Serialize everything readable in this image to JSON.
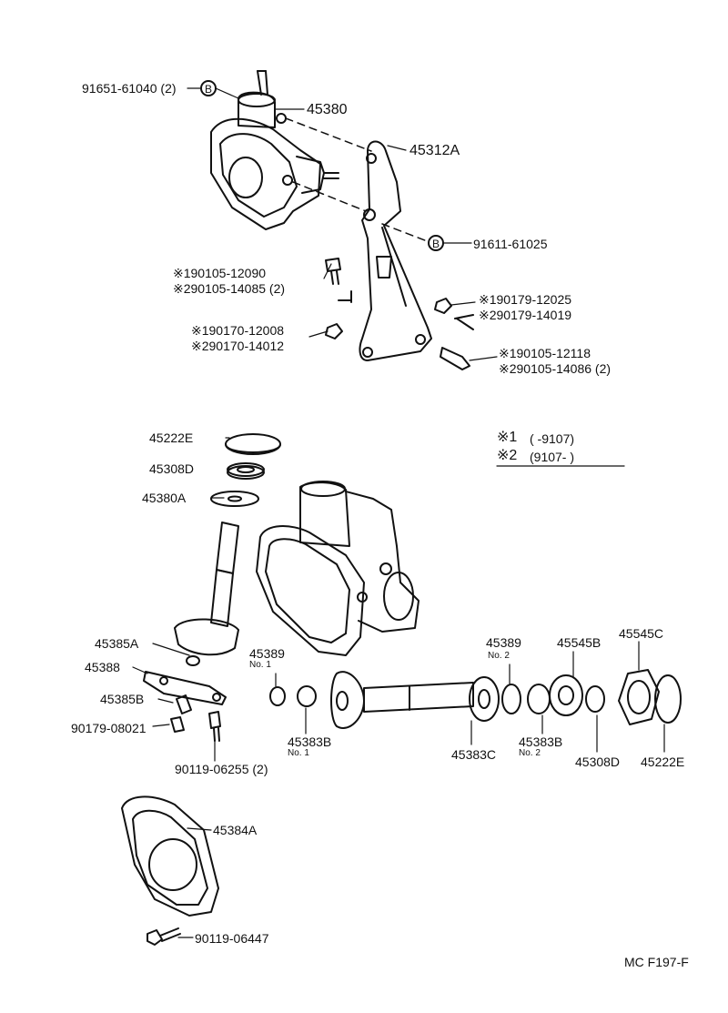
{
  "colors": {
    "ink": "#111111",
    "paper": "#ffffff"
  },
  "upper_assembly": {
    "bolt_top": "91651-61040 (2)",
    "callout_b": "B",
    "gear_housing": "45380",
    "bracket": "45312A",
    "bracket_bolt": "91611-61025",
    "bolt_a_1": "※190105-12090",
    "bolt_a_2": "※290105-14085 (2)",
    "nut_a_1": "※190179-12025",
    "nut_a_2": "※290179-14019",
    "nut_b_1": "※190170-12008",
    "nut_b_2": "※290170-14012",
    "bolt_b_1": "※190105-12118",
    "bolt_b_2": "※290105-14086 (2)"
  },
  "legend": {
    "row1_mark": "※1",
    "row1_range": "(         -9107)",
    "row2_mark": "※2",
    "row2_range": "(9107-          )"
  },
  "lower_assembly": {
    "cap_top": "45222E",
    "seal_top": "45308D",
    "shim": "45380A",
    "lever_pin": "45385A",
    "lever_plate": "45388",
    "lever_spring": "45385B",
    "lever_nut": "90179-08021",
    "lever_bolt": "90119-06255 (2)",
    "washer_1": "45389",
    "washer_1_sub": "No. 1",
    "spring_1": "45383B",
    "spring_1_sub": "No. 1",
    "washer_2": "45389",
    "washer_2_sub": "No. 2",
    "bearing": "45383C",
    "spring_2": "45383B",
    "spring_2_sub": "No. 2",
    "adjuster": "45545B",
    "lock_nut": "45545C",
    "seal_right": "45308D",
    "cap_right": "45222E",
    "cover": "45384A",
    "cover_bolt": "90119-06447"
  },
  "figure_code": "MC F197-F"
}
